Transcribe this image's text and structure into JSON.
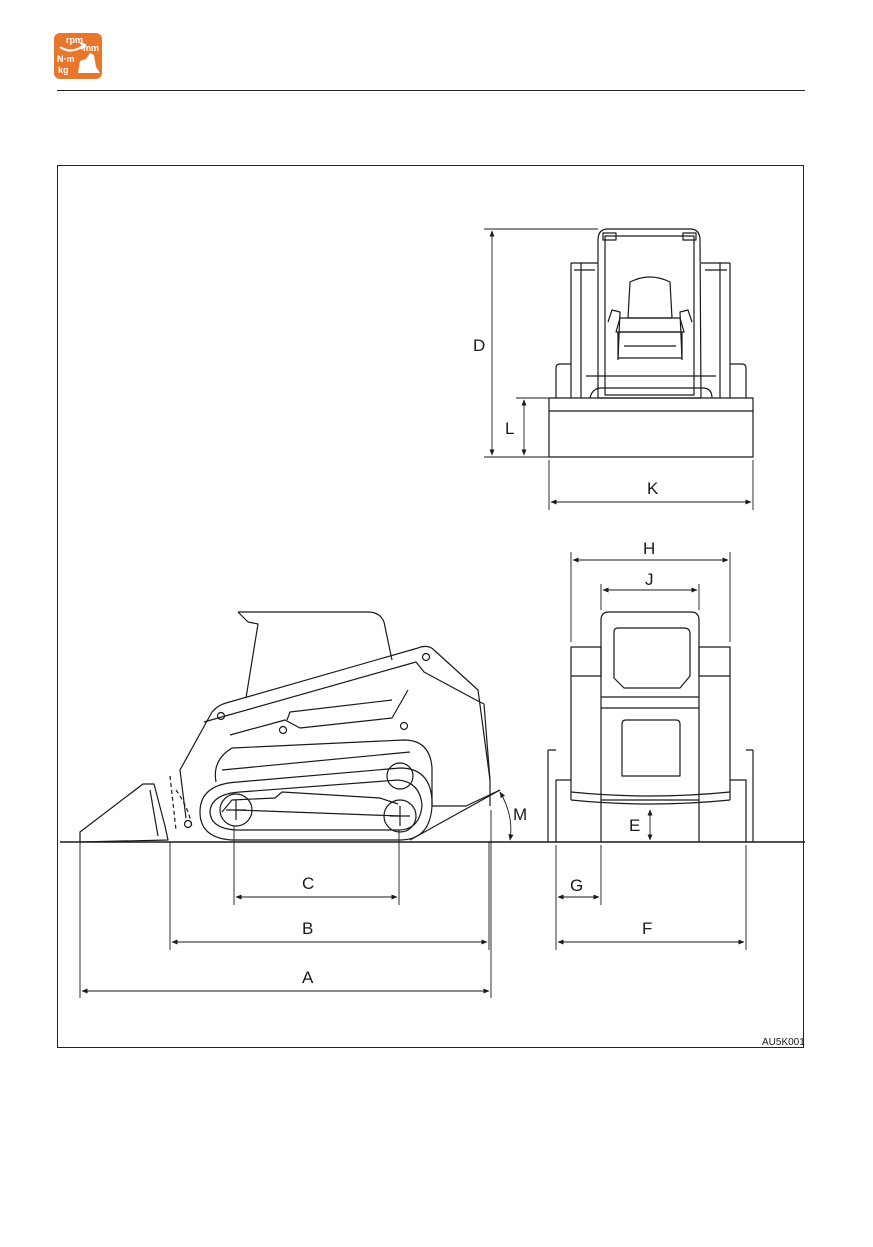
{
  "header": {
    "icon_name": "spec-units-icon",
    "icon_labels": [
      "rpm",
      "mm",
      "N·m",
      "kg"
    ],
    "brand_color": "#e8772e"
  },
  "figure": {
    "labels": {
      "A": "A",
      "B": "B",
      "C": "C",
      "D": "D",
      "E": "E",
      "F": "F",
      "G": "G",
      "H": "H",
      "J": "J",
      "K": "K",
      "L": "L",
      "M": "M"
    },
    "code": "AU5K001"
  }
}
